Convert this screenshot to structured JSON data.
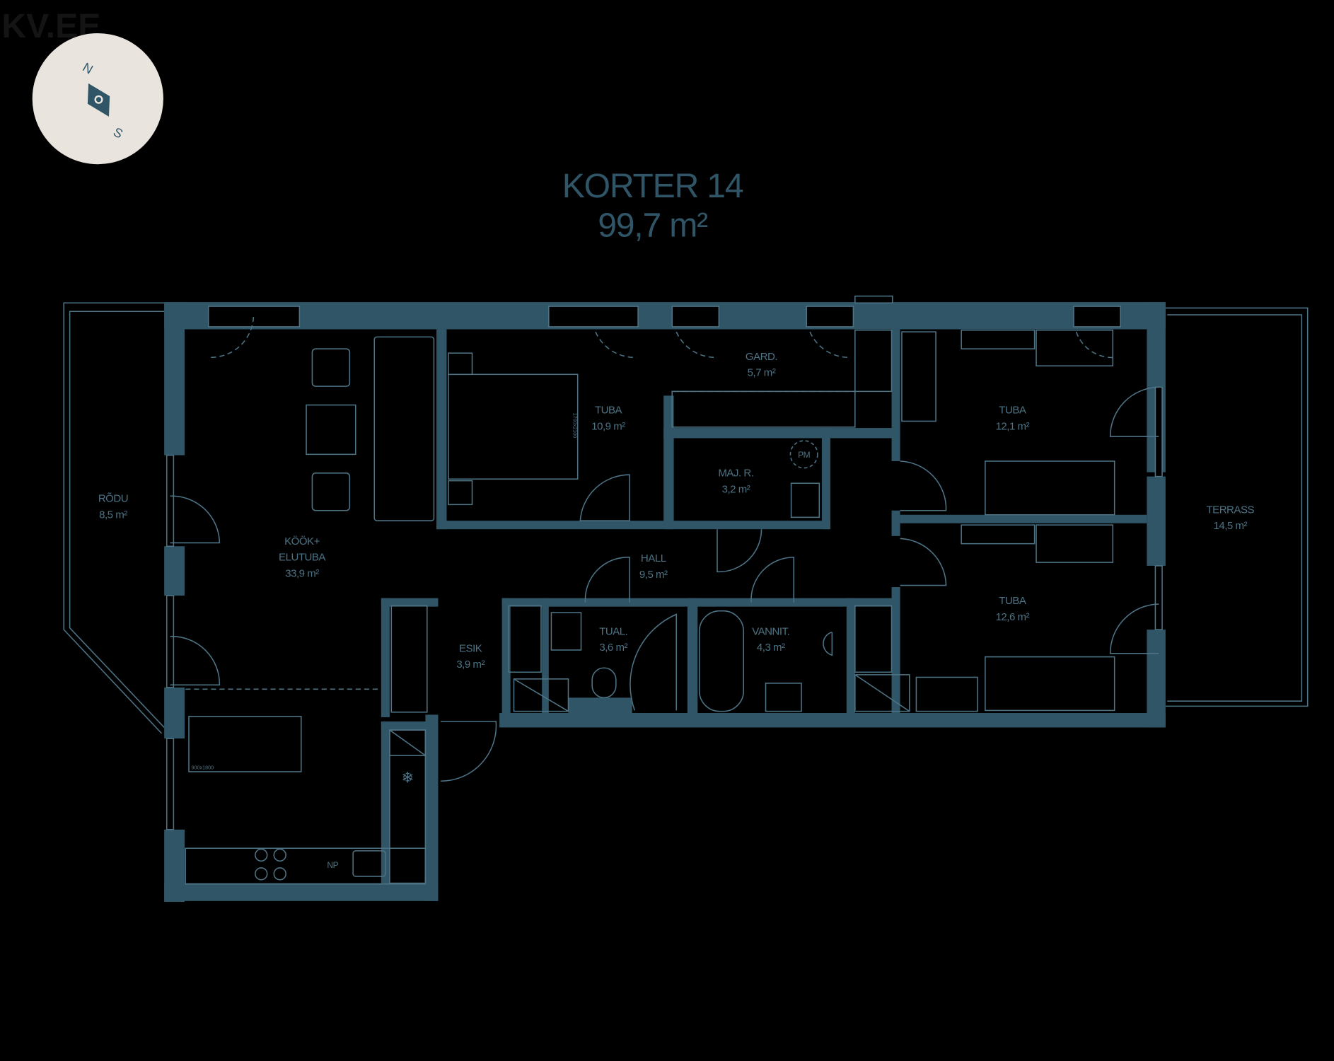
{
  "watermark": "KV.EE",
  "compass": {
    "north": "N",
    "south": "S"
  },
  "title": {
    "name": "KORTER 14",
    "area": "99,7 m²"
  },
  "rooms": [
    {
      "name": "RÕDU",
      "area": "8,5 m²"
    },
    {
      "name": "KÖÖK+",
      "name2": "ELUTUBA",
      "area": "33,9 m²"
    },
    {
      "name": "TUBA",
      "area": "10,9 m²"
    },
    {
      "name": "GARD.",
      "area": "5,7 m²"
    },
    {
      "name": "MAJ. R.",
      "area": "3,2 m²"
    },
    {
      "name": "TUBA",
      "area": "12,1 m²"
    },
    {
      "name": "TERRASS",
      "area": "14,5 m²"
    },
    {
      "name": "HALL",
      "area": "9,5 m²"
    },
    {
      "name": "TUBA",
      "area": "12,6 m²"
    },
    {
      "name": "ESIK",
      "area": "3,9 m²"
    },
    {
      "name": "TUAL.",
      "area": "3,6 m²"
    },
    {
      "name": "VANNIT.",
      "area": "4,3 m²"
    }
  ],
  "fixtures": {
    "pm": "PM",
    "np": "NP",
    "table_size": "900x1800",
    "bed_size": "1700x2100"
  },
  "colors": {
    "wall": "#2f5567",
    "line": "#4d7385",
    "compass_bg": "#e9e5de",
    "background": "#000000"
  }
}
